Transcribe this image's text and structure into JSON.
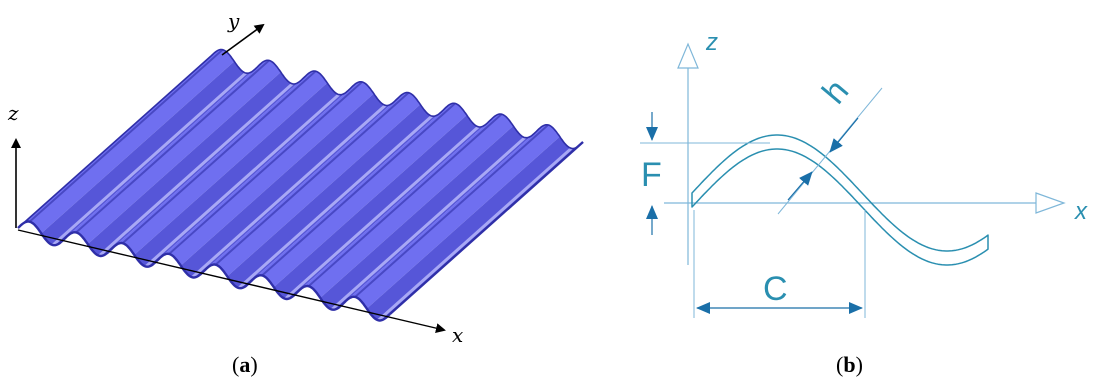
{
  "panel_a": {
    "axis_x": "x",
    "axis_y": "y",
    "axis_z": "z",
    "caption_open": "(",
    "caption_letter": "a",
    "caption_close": ")",
    "colors": {
      "sheet": "#6f6ff0",
      "sheet_dark": "#2f2fa8",
      "sheet_light": "#c4c4ff",
      "axis": "#000000"
    }
  },
  "panel_b": {
    "axis_x": "x",
    "axis_z": "z",
    "label_thickness": "h",
    "label_height": "F",
    "label_pitch": "C",
    "caption_open": "(",
    "caption_letter": "b",
    "caption_close": ")",
    "colors": {
      "profile": "#2a8fb0",
      "dimension": "#1a6fa8",
      "axis": "#7fb7d9"
    }
  }
}
